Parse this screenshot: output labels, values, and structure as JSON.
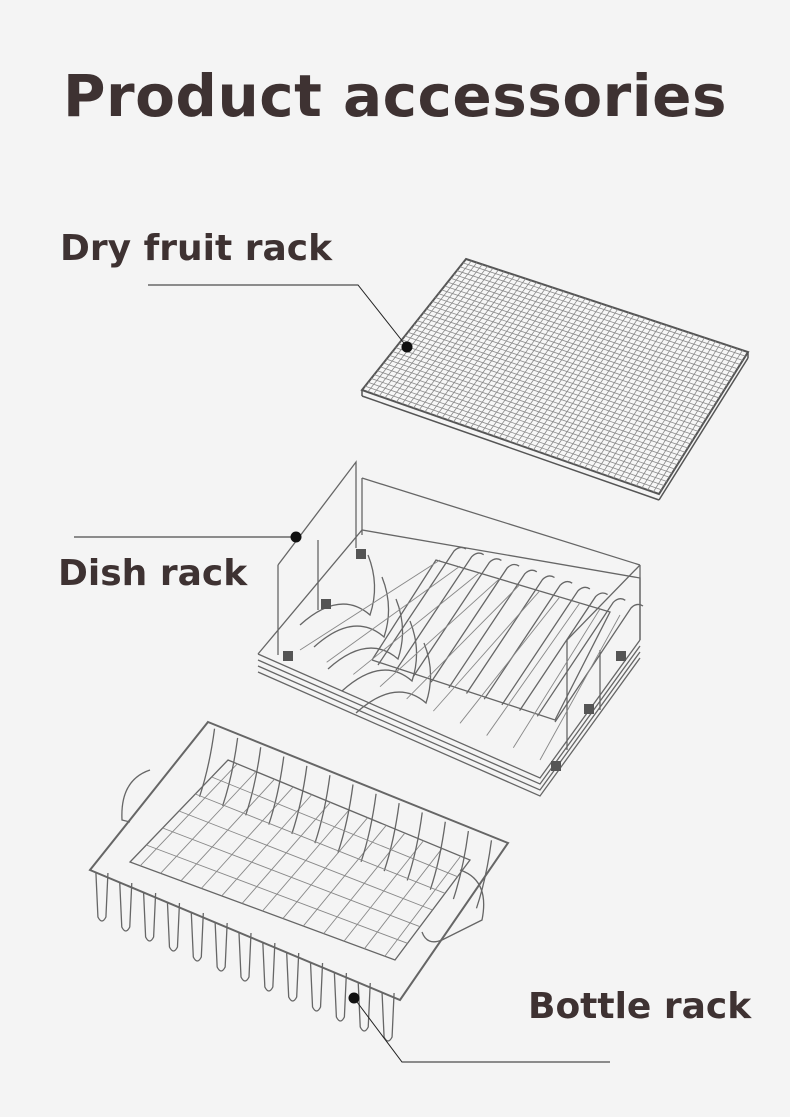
{
  "page": {
    "title": "Product accessories",
    "background_color": "#f4f4f4",
    "text_color": "#3e3232"
  },
  "accessories": [
    {
      "label": "Dry fruit rack",
      "icon": "mesh-grid-tray-illustration"
    },
    {
      "label": "Dish rack",
      "icon": "wire-dish-rack-illustration"
    },
    {
      "label": "Bottle rack",
      "icon": "wire-basket-illustration"
    }
  ]
}
